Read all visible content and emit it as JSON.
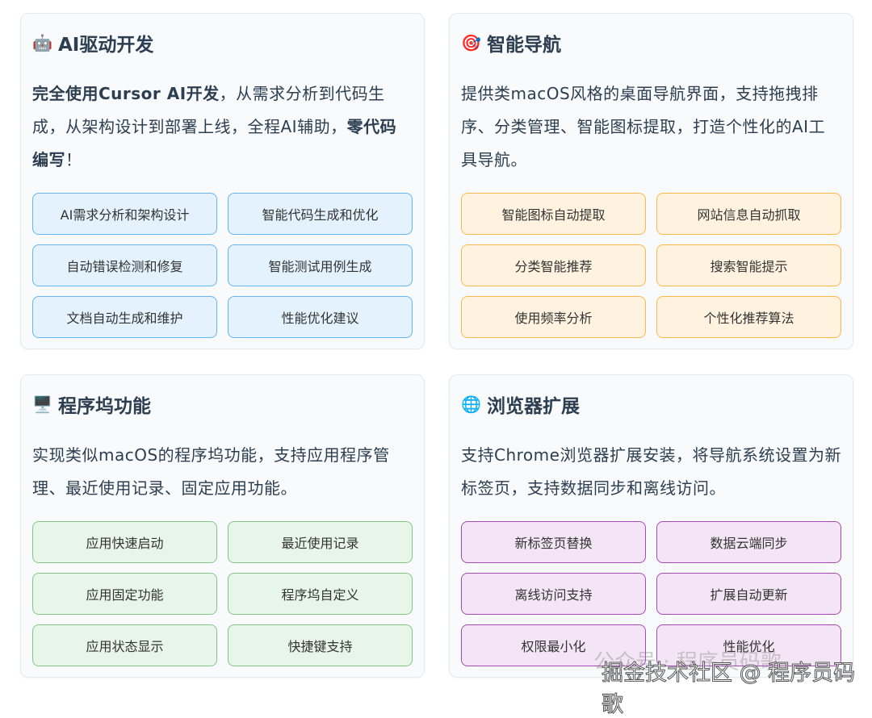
{
  "cards": [
    {
      "icon": "🤖",
      "icon_name": "robot-icon",
      "title": "AI驱动开发",
      "desc": [
        {
          "text": "完全使用Cursor AI开发",
          "bold": true
        },
        {
          "text": "，从需求分析到代码生成，从架构设计到部署上线，全程AI辅助，",
          "bold": false
        },
        {
          "text": "零代码编写",
          "bold": true
        },
        {
          "text": "！",
          "bold": false
        }
      ],
      "accent_bg": "#e3f2fd",
      "accent_border": "#64b5f6",
      "buttons": [
        "AI需求分析和架构设计",
        "智能代码生成和优化",
        "自动错误检测和修复",
        "智能测试用例生成",
        "文档自动生成和维护",
        "性能优化建议"
      ]
    },
    {
      "icon": "🎯",
      "icon_name": "target-icon",
      "title": "智能导航",
      "desc": [
        {
          "text": "提供类macOS风格的桌面导航界面，支持拖拽排序、分类管理、智能图标提取，打造个性化的AI工具导航。",
          "bold": false
        }
      ],
      "accent_bg": "#fff3e0",
      "accent_border": "#ffb74d",
      "buttons": [
        "智能图标自动提取",
        "网站信息自动抓取",
        "分类智能推荐",
        "搜索智能提示",
        "使用频率分析",
        "个性化推荐算法"
      ]
    },
    {
      "icon": "🖥️",
      "icon_name": "desktop-computer-icon",
      "title": "程序坞功能",
      "desc": [
        {
          "text": "实现类似macOS的程序坞功能，支持应用程序管理、最近使用记录、固定应用功能。",
          "bold": false
        }
      ],
      "accent_bg": "#e8f5e9",
      "accent_border": "#81c784",
      "buttons": [
        "应用快速启动",
        "最近使用记录",
        "应用固定功能",
        "程序坞自定义",
        "应用状态显示",
        "快捷键支持"
      ]
    },
    {
      "icon": "🌐",
      "icon_name": "globe-icon",
      "title": "浏览器扩展",
      "desc": [
        {
          "text": "支持Chrome浏览器扩展安装，将导航系统设置为新标签页，支持数据同步和离线访问。",
          "bold": false
        }
      ],
      "accent_bg": "#f3e5f5",
      "accent_border": "#ab47bc",
      "buttons": [
        "新标签页替换",
        "数据云端同步",
        "离线访问支持",
        "扩展自动更新",
        "权限最小化",
        "性能优化"
      ]
    }
  ],
  "watermark": {
    "faint": "公众号 · 程序员码歌",
    "main": "掘金技术社区 @ 程序员码歌"
  }
}
